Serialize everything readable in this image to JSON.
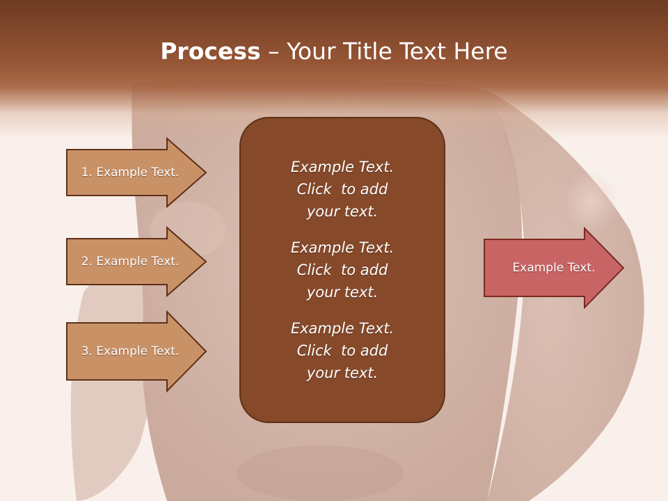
{
  "slide": {
    "title_bold": "Process",
    "title_rest": " – Your Title Text Here",
    "left_arrows": [
      {
        "label": "1. Example Text."
      },
      {
        "label": "2. Example Text."
      },
      {
        "label": "3. Example Text."
      }
    ],
    "center_blocks": [
      {
        "lines": [
          "Example Text.",
          "Click  to add",
          "your text."
        ]
      },
      {
        "lines": [
          "Example Text.",
          "Click  to add",
          "your text."
        ]
      },
      {
        "lines": [
          "Example Text.",
          "Click  to add",
          "your text."
        ]
      }
    ],
    "right_arrow": {
      "label": "Example Text."
    }
  },
  "colors": {
    "header_brown": "#6e3a21",
    "left_arrow_fill": "#c99166",
    "left_arrow_stroke": "#5c3018",
    "center_box_fill": "#86492a",
    "right_arrow_fill": "#c86464",
    "right_arrow_stroke": "#7a2a20",
    "background": "#f8efe9"
  },
  "background_image": "torso-photo"
}
